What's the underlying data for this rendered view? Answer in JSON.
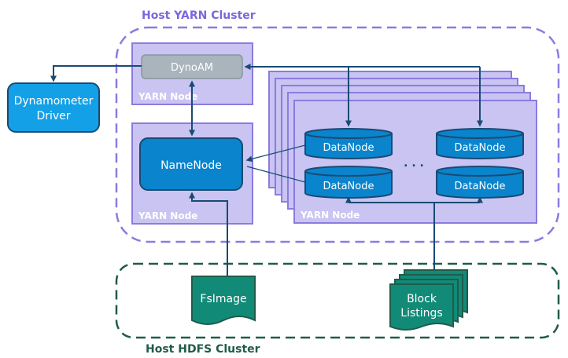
{
  "yarn_cluster": {
    "title": "Host YARN Cluster"
  },
  "hdfs_cluster": {
    "title": "Host HDFS Cluster"
  },
  "nodes": {
    "dynamometer_driver": {
      "line1": "Dynamometer",
      "line2": "Driver"
    },
    "dyno_am": {
      "label": "DynoAM"
    },
    "yarn_node_am": {
      "label": "YARN Node"
    },
    "namenode": {
      "label": "NameNode"
    },
    "yarn_node_nn": {
      "label": "YARN Node"
    },
    "yarn_node_dn": {
      "label": "YARN Node"
    },
    "datanodes": [
      "DataNode",
      "DataNode",
      "DataNode",
      "DataNode"
    ],
    "ellipsis": ". . .",
    "fsimage": {
      "label": "FsImage"
    },
    "block_listings": {
      "line1": "Block",
      "line2": "Listings"
    }
  },
  "colors": {
    "yarn_border": "#8c7be0",
    "hdfs_border": "#1f5c4a",
    "yarn_node_fill": "#c9c4f2",
    "yarn_node_border": "#8c7be0",
    "arrow": "#1a4a73",
    "datanode_fill": "#0a84cc",
    "namenode_fill": "#0a84cc",
    "driver_fill": "#14a0e6",
    "dynoam_fill": "#a9b4bd",
    "doc_fill": "#128a78",
    "title_purple": "#7b67dc",
    "title_green": "#1f5c4a"
  }
}
